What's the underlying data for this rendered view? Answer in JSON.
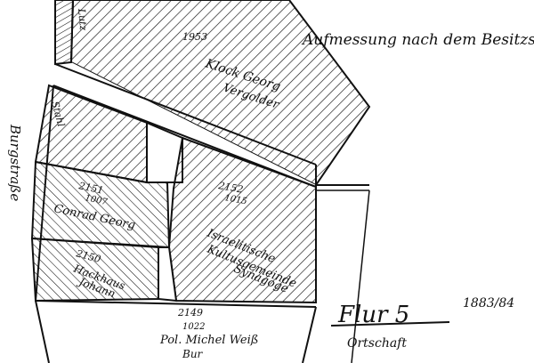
{
  "plan": {
    "title": "Aufmessung nach dem Besitzstand",
    "map_title": "Flur 5",
    "year": "1883/84",
    "subtitle": "Ortschaft",
    "street": "Burgstraße",
    "parcels": {
      "p1953": {
        "number": "1953",
        "owner_line1": "Klock Georg",
        "owner_line2": "Vergolder"
      },
      "p2152": {
        "number": "2152",
        "area": "1015",
        "owner_line1": "Israelitische",
        "owner_line2": "Kultusgemeinde",
        "owner_line3": "Synagoge"
      },
      "p2151": {
        "number": "2151",
        "area": "1007",
        "owner_line1": "Conrad Georg"
      },
      "p2150": {
        "number": "2150",
        "owner_line1": "Hackhaus",
        "owner_line2": "Johann"
      },
      "p2149": {
        "number": "2149",
        "area": "1022",
        "owner_line1": "Pol. Michel Weiß",
        "owner_line2": "Bur"
      },
      "p_left_top": {
        "owner_line1": "Stahl"
      },
      "p_topleft": {
        "owner_line1": "Lutz"
      }
    }
  },
  "colors": {
    "ink": "#111111",
    "paper": "#ffffff"
  }
}
